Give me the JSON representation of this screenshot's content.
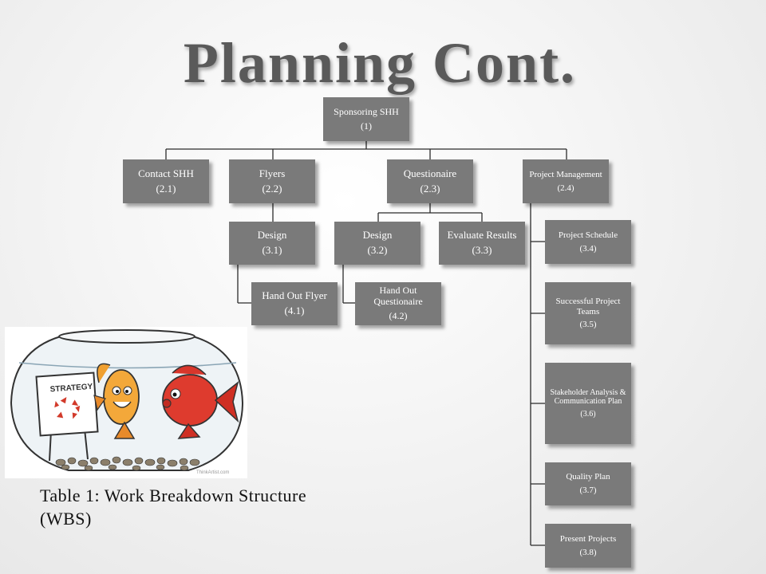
{
  "slide": {
    "title": "Planning Cont.",
    "caption": "Table 1: Work Breakdown Structure (WBS)"
  },
  "wbs": {
    "n1": {
      "name": "Sponsoring SHH",
      "code": "(1)"
    },
    "n2_1": {
      "name": "Contact SHH",
      "code": "(2.1)"
    },
    "n2_2": {
      "name": "Flyers",
      "code": "(2.2)"
    },
    "n2_3": {
      "name": "Questionaire",
      "code": "(2.3)"
    },
    "n2_4": {
      "name": "Project Management",
      "code": "(2.4)"
    },
    "n3_1": {
      "name": "Design",
      "code": "(3.1)"
    },
    "n3_2": {
      "name": "Design",
      "code": "(3.2)"
    },
    "n3_3": {
      "name": "Evaluate Results",
      "code": "(3.3)"
    },
    "n3_4": {
      "name": "Project Schedule",
      "code": "(3.4)"
    },
    "n3_5": {
      "name": "Successful Project Teams",
      "code": "(3.5)"
    },
    "n3_6": {
      "name": "Stakeholder Analysis & Communication Plan",
      "code": "(3.6)"
    },
    "n3_7": {
      "name": "Quality Plan",
      "code": "(3.7)"
    },
    "n3_8": {
      "name": "Present Projects",
      "code": "(3.8)"
    },
    "n4_1": {
      "name": "Hand Out Flyer",
      "code": "(4.1)"
    },
    "n4_2": {
      "name": "Hand Out Questionaire",
      "code": "(4.2)"
    }
  },
  "illustration": {
    "sign_text": "STRATEGY",
    "watermark": "ThinkArtist.com"
  },
  "colors": {
    "node_fill": "#7a7a7a",
    "title_text": "#5a5a5a",
    "connector": "#2b2b2b"
  }
}
